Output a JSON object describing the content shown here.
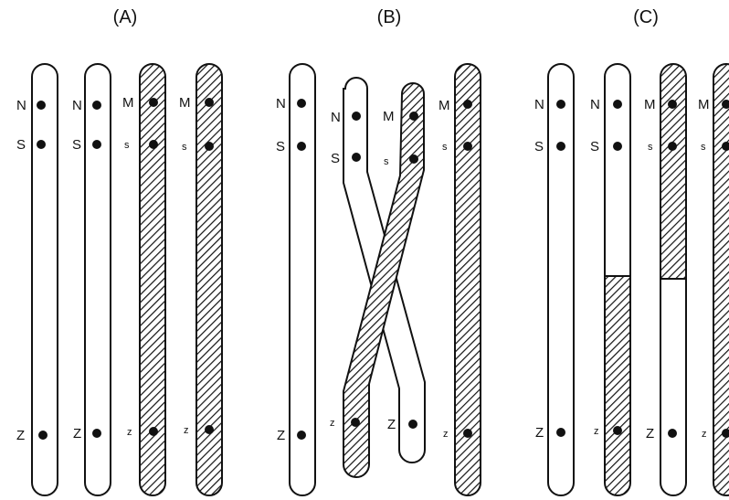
{
  "panels": [
    {
      "id": "A",
      "label": "(A)"
    },
    {
      "id": "B",
      "label": "(B)"
    },
    {
      "id": "C",
      "label": "(C)"
    }
  ],
  "genes": {
    "upper_1": "N",
    "upper_2": "S",
    "lower": "Z",
    "alt_upper_1": "M",
    "alt_upper_2": "s",
    "alt_lower": "z"
  },
  "colors": {
    "stroke": "#111111",
    "hatch": "#111111",
    "background": "#ffffff"
  }
}
